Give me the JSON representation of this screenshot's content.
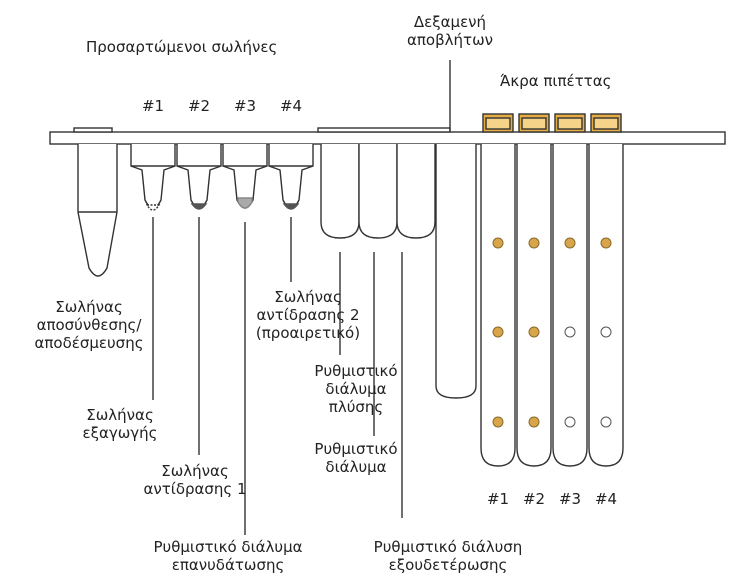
{
  "labels": {
    "attached_tubes": "Προσαρτώμενοι σωλήνες",
    "waste_reservoir": "Δεξαμενή\nαποβλήτων",
    "pipette_tips": "Άκρα πιπέττας",
    "tube_numbers": [
      "#1",
      "#2",
      "#3",
      "#4"
    ],
    "tip_numbers": [
      "#1",
      "#2",
      "#3",
      "#4"
    ],
    "dissociation_tube": "Σωλήνας\nαποσύνθεσης/\nαποδέσμευσης",
    "extraction_tube": "Σωλήνας\nεξαγωγής",
    "reaction_tube_1": "Σωλήνας\nαντίδρασης 1",
    "rehydration_buffer": "Ρυθμιστικό διάλυμα\nεπανυδάτωσης",
    "reaction_tube_2": "Σωλήνας\nαντίδρασης 2\n(προαιρετικό)",
    "lysis_buffer": "Ρυθμιστικό\nδιάλυμα\nπλύσης",
    "buffer": "Ρυθμιστικό\nδιάλυμα",
    "neutralization_buffer": "Ρυθμιστικό διάλυση\nεξουδετέρωσης"
  },
  "colors": {
    "outline": "#333333",
    "cap_gold": "#e7ad45",
    "dot_gold": "#d9a54a",
    "pellet_dark": "#555555",
    "pellet_grey": "#aaaaaa"
  },
  "tip_fill_pattern": [
    [
      true,
      true,
      true,
      true
    ],
    [
      true,
      true,
      false,
      false
    ],
    [
      true,
      true,
      false,
      false
    ]
  ]
}
